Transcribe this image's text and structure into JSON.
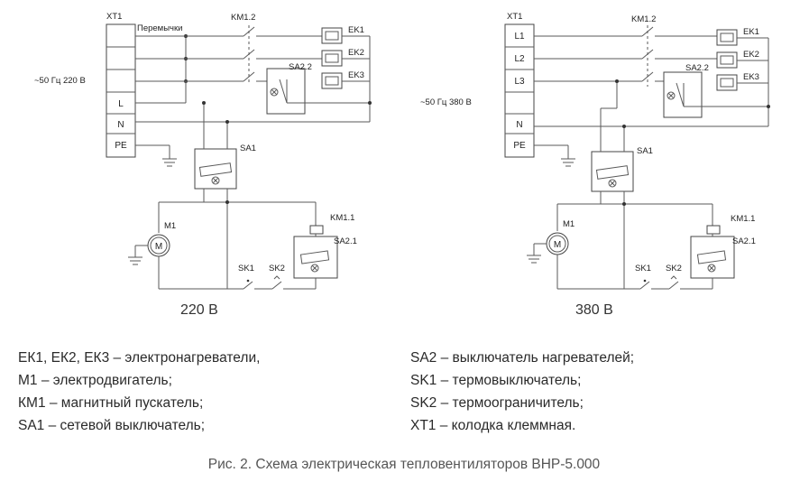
{
  "left": {
    "xt1": "XT1",
    "jumpers": "Перемычки",
    "km12": "KM1.2",
    "ek1": "EK1",
    "ek2": "EK2",
    "ek3": "EK3",
    "sa22": "SA2.2",
    "supply": "~50 Гц 220 В",
    "terminals": [
      "",
      "",
      "",
      "L",
      "N",
      "PE"
    ],
    "sa1": "SA1",
    "m1": "M1",
    "motor": "M",
    "km11": "KM1.1",
    "sa21": "SA2.1",
    "sk1": "SK1",
    "sk2": "SK2",
    "caption": "220 В"
  },
  "right": {
    "xt1": "XT1",
    "km12": "KM1.2",
    "ek1": "EK1",
    "ek2": "EK2",
    "ek3": "EK3",
    "sa22": "SA2.2",
    "supply": "~50 Гц 380 В",
    "terminals": [
      "L1",
      "L2",
      "L3",
      "",
      "N",
      "PE"
    ],
    "sa1": "SA1",
    "m1": "M1",
    "motor": "M",
    "km11": "KM1.1",
    "sa21": "SA2.1",
    "sk1": "SK1",
    "sk2": "SK2",
    "caption": "380 В"
  },
  "legend": {
    "left": [
      "ЕК1, ЕК2, ЕК3 – электронагреватели,",
      "М1 – электродвигатель;",
      "КМ1 – магнитный пускатель;",
      "SA1 – сетевой выключатель;"
    ],
    "right": [
      "SA2 – выключатель нагревателей;",
      "SK1 – термовыключатель;",
      "SK2 – термоограничитель;",
      "ХТ1 – колодка клеммная."
    ]
  },
  "figure_caption": "Рис. 2. Схема электрическая тепловентиляторов ВНР-5.000"
}
